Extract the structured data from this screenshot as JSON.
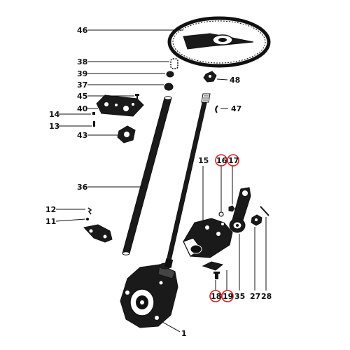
{
  "labels": {
    "l46": "46",
    "l38": "38",
    "l39": "39",
    "l37": "37",
    "l45": "45",
    "l40": "40",
    "l14": "14",
    "l13": "13",
    "l43": "43",
    "l48": "48",
    "l47": "47",
    "l15": "15",
    "l16": "16",
    "l17": "17",
    "l36": "36",
    "l12": "12",
    "l11": "11",
    "l18": "18",
    "l19": "19",
    "l35": "35",
    "l27": "27",
    "l28": "28",
    "l1": "1"
  },
  "highlighted": [
    "16",
    "17",
    "18",
    "19"
  ],
  "colors": {
    "ink": "#111111",
    "highlight": "#d61f1f",
    "paper": "#ffffff"
  }
}
